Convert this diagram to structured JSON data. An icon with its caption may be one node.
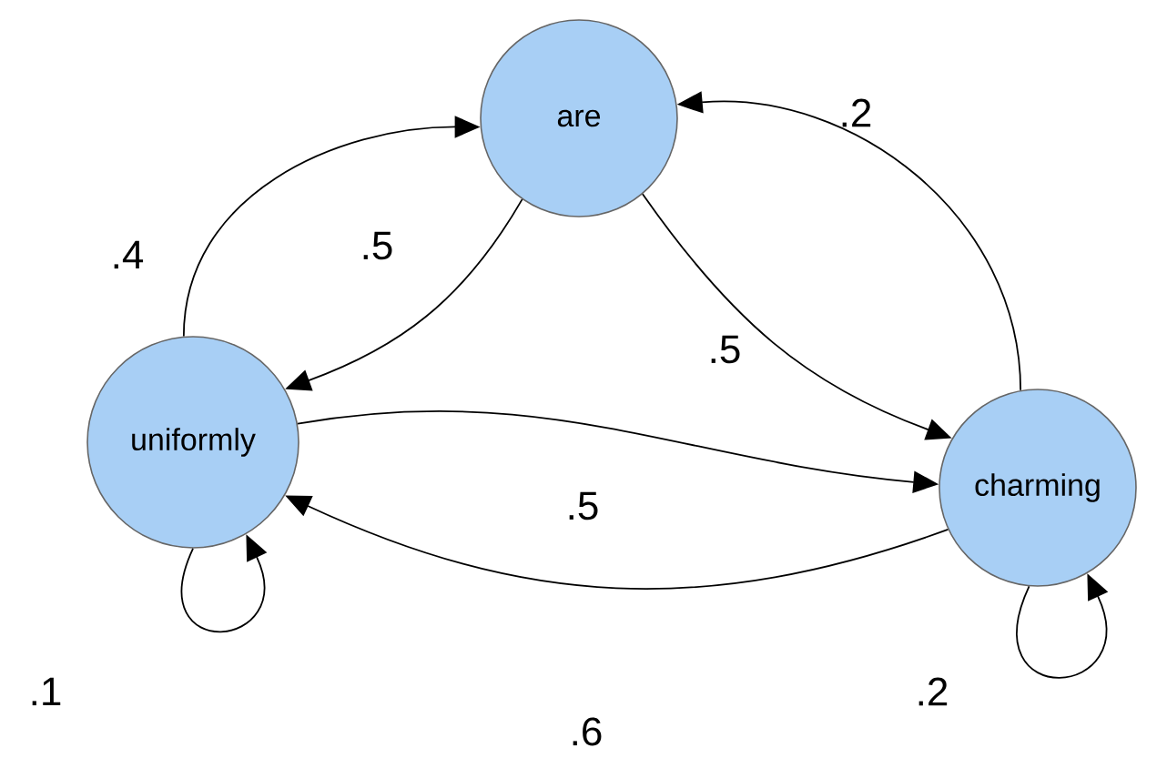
{
  "diagram": {
    "nodes": [
      {
        "text": [
          "are"
        ]
      },
      {
        "text": [
          "uniformly"
        ]
      },
      {
        "text": [
          "charming"
        ]
      }
    ],
    "edges": [
      {
        "from": 1,
        "to": 0,
        "arrow": "to",
        "label": ".4"
      },
      {
        "from": 0,
        "to": 1,
        "arrow": "to",
        "label": ".5"
      },
      {
        "from": 0,
        "to": 2,
        "arrow": "to",
        "label": ".5"
      },
      {
        "from": 2,
        "to": 0,
        "arrow": "to",
        "label": ".2"
      },
      {
        "from": 1,
        "to": 2,
        "arrow": "to",
        "label": ".5"
      },
      {
        "from": 2,
        "to": 1,
        "arrow": "to",
        "label": ".6"
      },
      {
        "from": 1,
        "to": 1,
        "arrow": "to",
        "label": ".1"
      },
      {
        "from": 2,
        "to": 2,
        "arrow": "to",
        "label": ".2"
      }
    ]
  }
}
